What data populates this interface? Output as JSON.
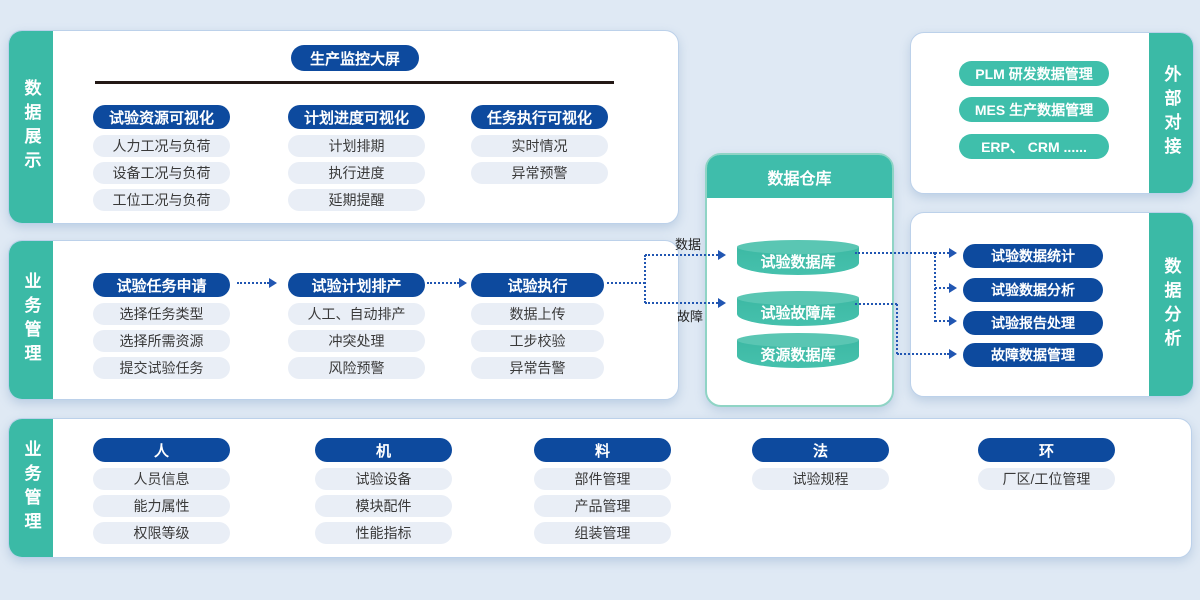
{
  "colors": {
    "background": "#dfe9f4",
    "teal": "#3bbaa6",
    "dark_blue": "#0d4a9e",
    "item_pill": "#e9eef6",
    "arrow_blue": "#2156b2",
    "divider": "#231815"
  },
  "panels": {
    "data_display": {
      "sidebar": "数据展示",
      "title": "生产监控大屏",
      "columns": [
        {
          "header": "试验资源可视化",
          "items": [
            "人力工况与负荷",
            "设备工况与负荷",
            "工位工况与负荷"
          ]
        },
        {
          "header": "计划进度可视化",
          "items": [
            "计划排期",
            "执行进度",
            "延期提醒"
          ]
        },
        {
          "header": "任务执行可视化",
          "items": [
            "实时情况",
            "异常预警"
          ]
        }
      ]
    },
    "business_flow": {
      "sidebar": "业务管理",
      "steps": [
        {
          "header": "试验任务申请",
          "items": [
            "选择任务类型",
            "选择所需资源",
            "提交试验任务"
          ]
        },
        {
          "header": "试验计划排产",
          "items": [
            "人工、自动排产",
            "冲突处理",
            "风险预警"
          ]
        },
        {
          "header": "试验执行",
          "items": [
            "数据上传",
            "工步校验",
            "异常告警"
          ]
        }
      ]
    },
    "warehouse": {
      "title": "数据仓库",
      "cylinders": [
        "试验数据库",
        "试验故障库",
        "资源数据库"
      ]
    },
    "external": {
      "sidebar": "外部对接",
      "pills": [
        "PLM 研发数据管理",
        "MES 生产数据管理",
        "ERP、 CRM ......"
      ]
    },
    "analysis": {
      "sidebar": "数据分析",
      "pills": [
        "试验数据统计",
        "试验数据分析",
        "试验报告处理",
        "故障数据管理"
      ]
    },
    "resources": {
      "sidebar": "业务管理",
      "columns": [
        {
          "header": "人",
          "items": [
            "人员信息",
            "能力属性",
            "权限等级"
          ]
        },
        {
          "header": "机",
          "items": [
            "试验设备",
            "模块配件",
            "性能指标"
          ]
        },
        {
          "header": "料",
          "items": [
            "部件管理",
            "产品管理",
            "组装管理"
          ]
        },
        {
          "header": "法",
          "items": [
            "试验规程"
          ]
        },
        {
          "header": "环",
          "items": [
            "厂区/工位管理"
          ]
        }
      ]
    }
  },
  "edge_labels": {
    "data": "数据",
    "fault": "故障"
  }
}
